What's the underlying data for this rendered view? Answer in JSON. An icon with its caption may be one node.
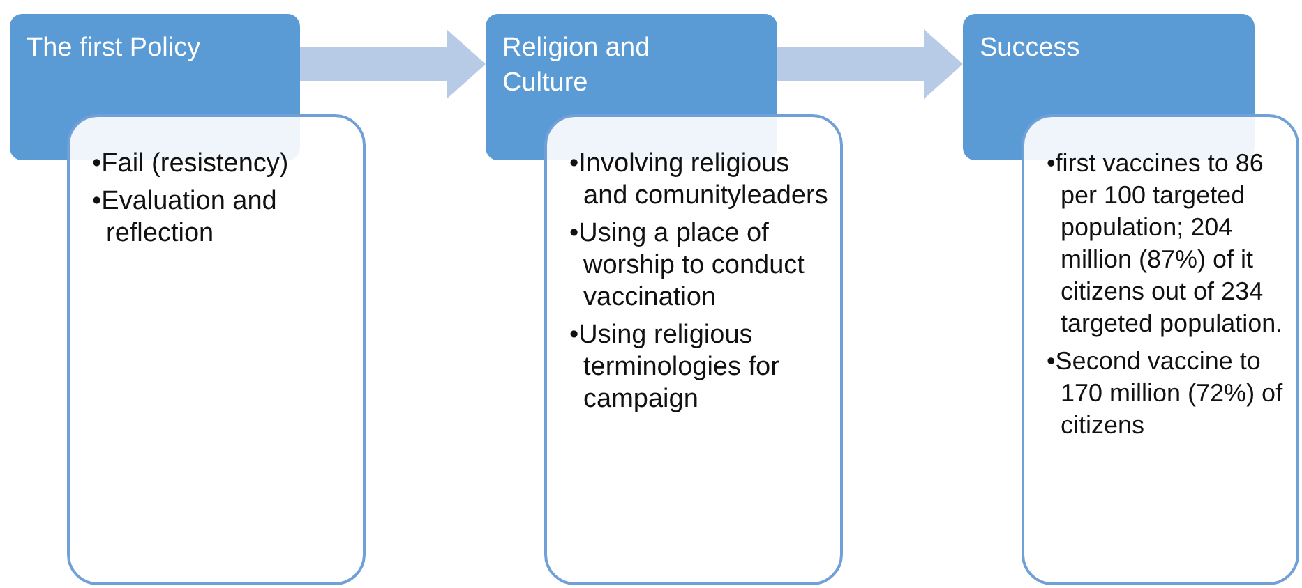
{
  "diagram": {
    "nodes": [
      {
        "text": [
          "The first Policy"
        ]
      },
      {
        "text": [
          "•Fail (resistency)",
          "•Evaluation and reflection"
        ]
      },
      {
        "text": [
          "Religion and Culture"
        ]
      },
      {
        "text": [
          "•Involving religious and comunityleaders",
          "•Using a place of worship to conduct vaccination",
          "•Using religious terminologies for campaign"
        ]
      },
      {
        "text": [
          "Success"
        ]
      },
      {
        "text": [
          "•first vaccines to 86 per 100 targeted population; 204 million (87%) of it citizens out of 234 targeted population.",
          "•Second vaccine to 170 million (72%) of citizens"
        ]
      }
    ],
    "edges": [
      {
        "from": 0,
        "to": 2,
        "arrow": "to"
      },
      {
        "from": 2,
        "to": 4,
        "arrow": "to"
      }
    ]
  }
}
